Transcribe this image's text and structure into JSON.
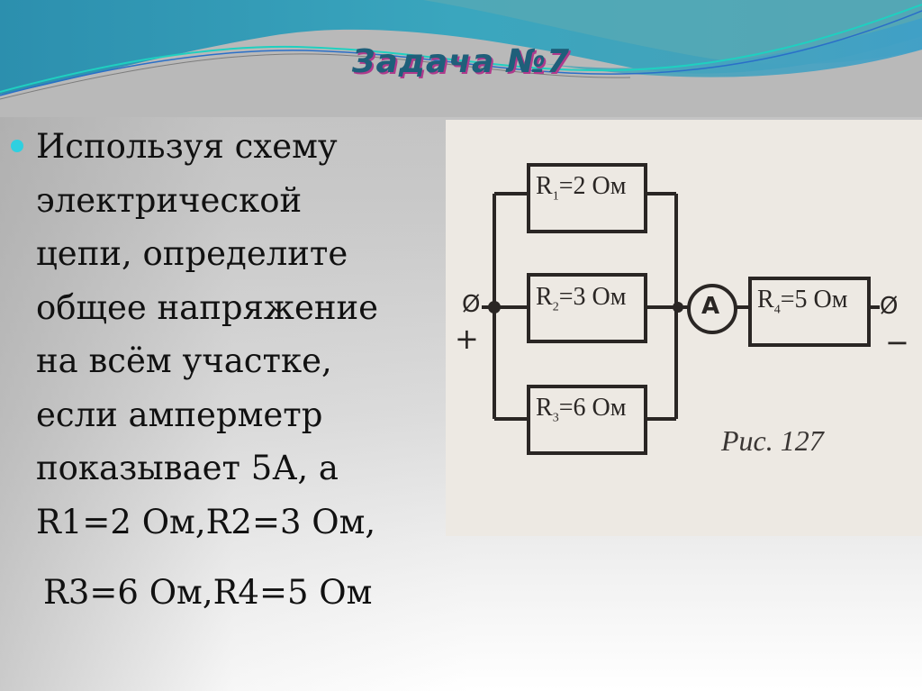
{
  "slide": {
    "title": "Задача №7",
    "bullet_color": "#2fd0e0",
    "problem_lines": [
      "Используя схему",
      "электрической",
      "цепи, определите",
      "общее напряжение",
      "на всём участке,",
      "если амперметр",
      "показывает 5А, а",
      "R1=2 Ом,R2=3 Ом,"
    ],
    "problem_last_line": "R3=6 Ом,R4=5 Ом"
  },
  "figure": {
    "resistors": [
      {
        "label": "R",
        "sub": "1",
        "value": "=2 Ом"
      },
      {
        "label": "R",
        "sub": "2",
        "value": "=3 Ом"
      },
      {
        "label": "R",
        "sub": "3",
        "value": "=6 Ом"
      },
      {
        "label": "R",
        "sub": "4",
        "value": "=5 Ом"
      }
    ],
    "ammeter": "A",
    "plus": "+",
    "minus": "−",
    "terminal": "Ø",
    "caption": "Рис. 127"
  }
}
